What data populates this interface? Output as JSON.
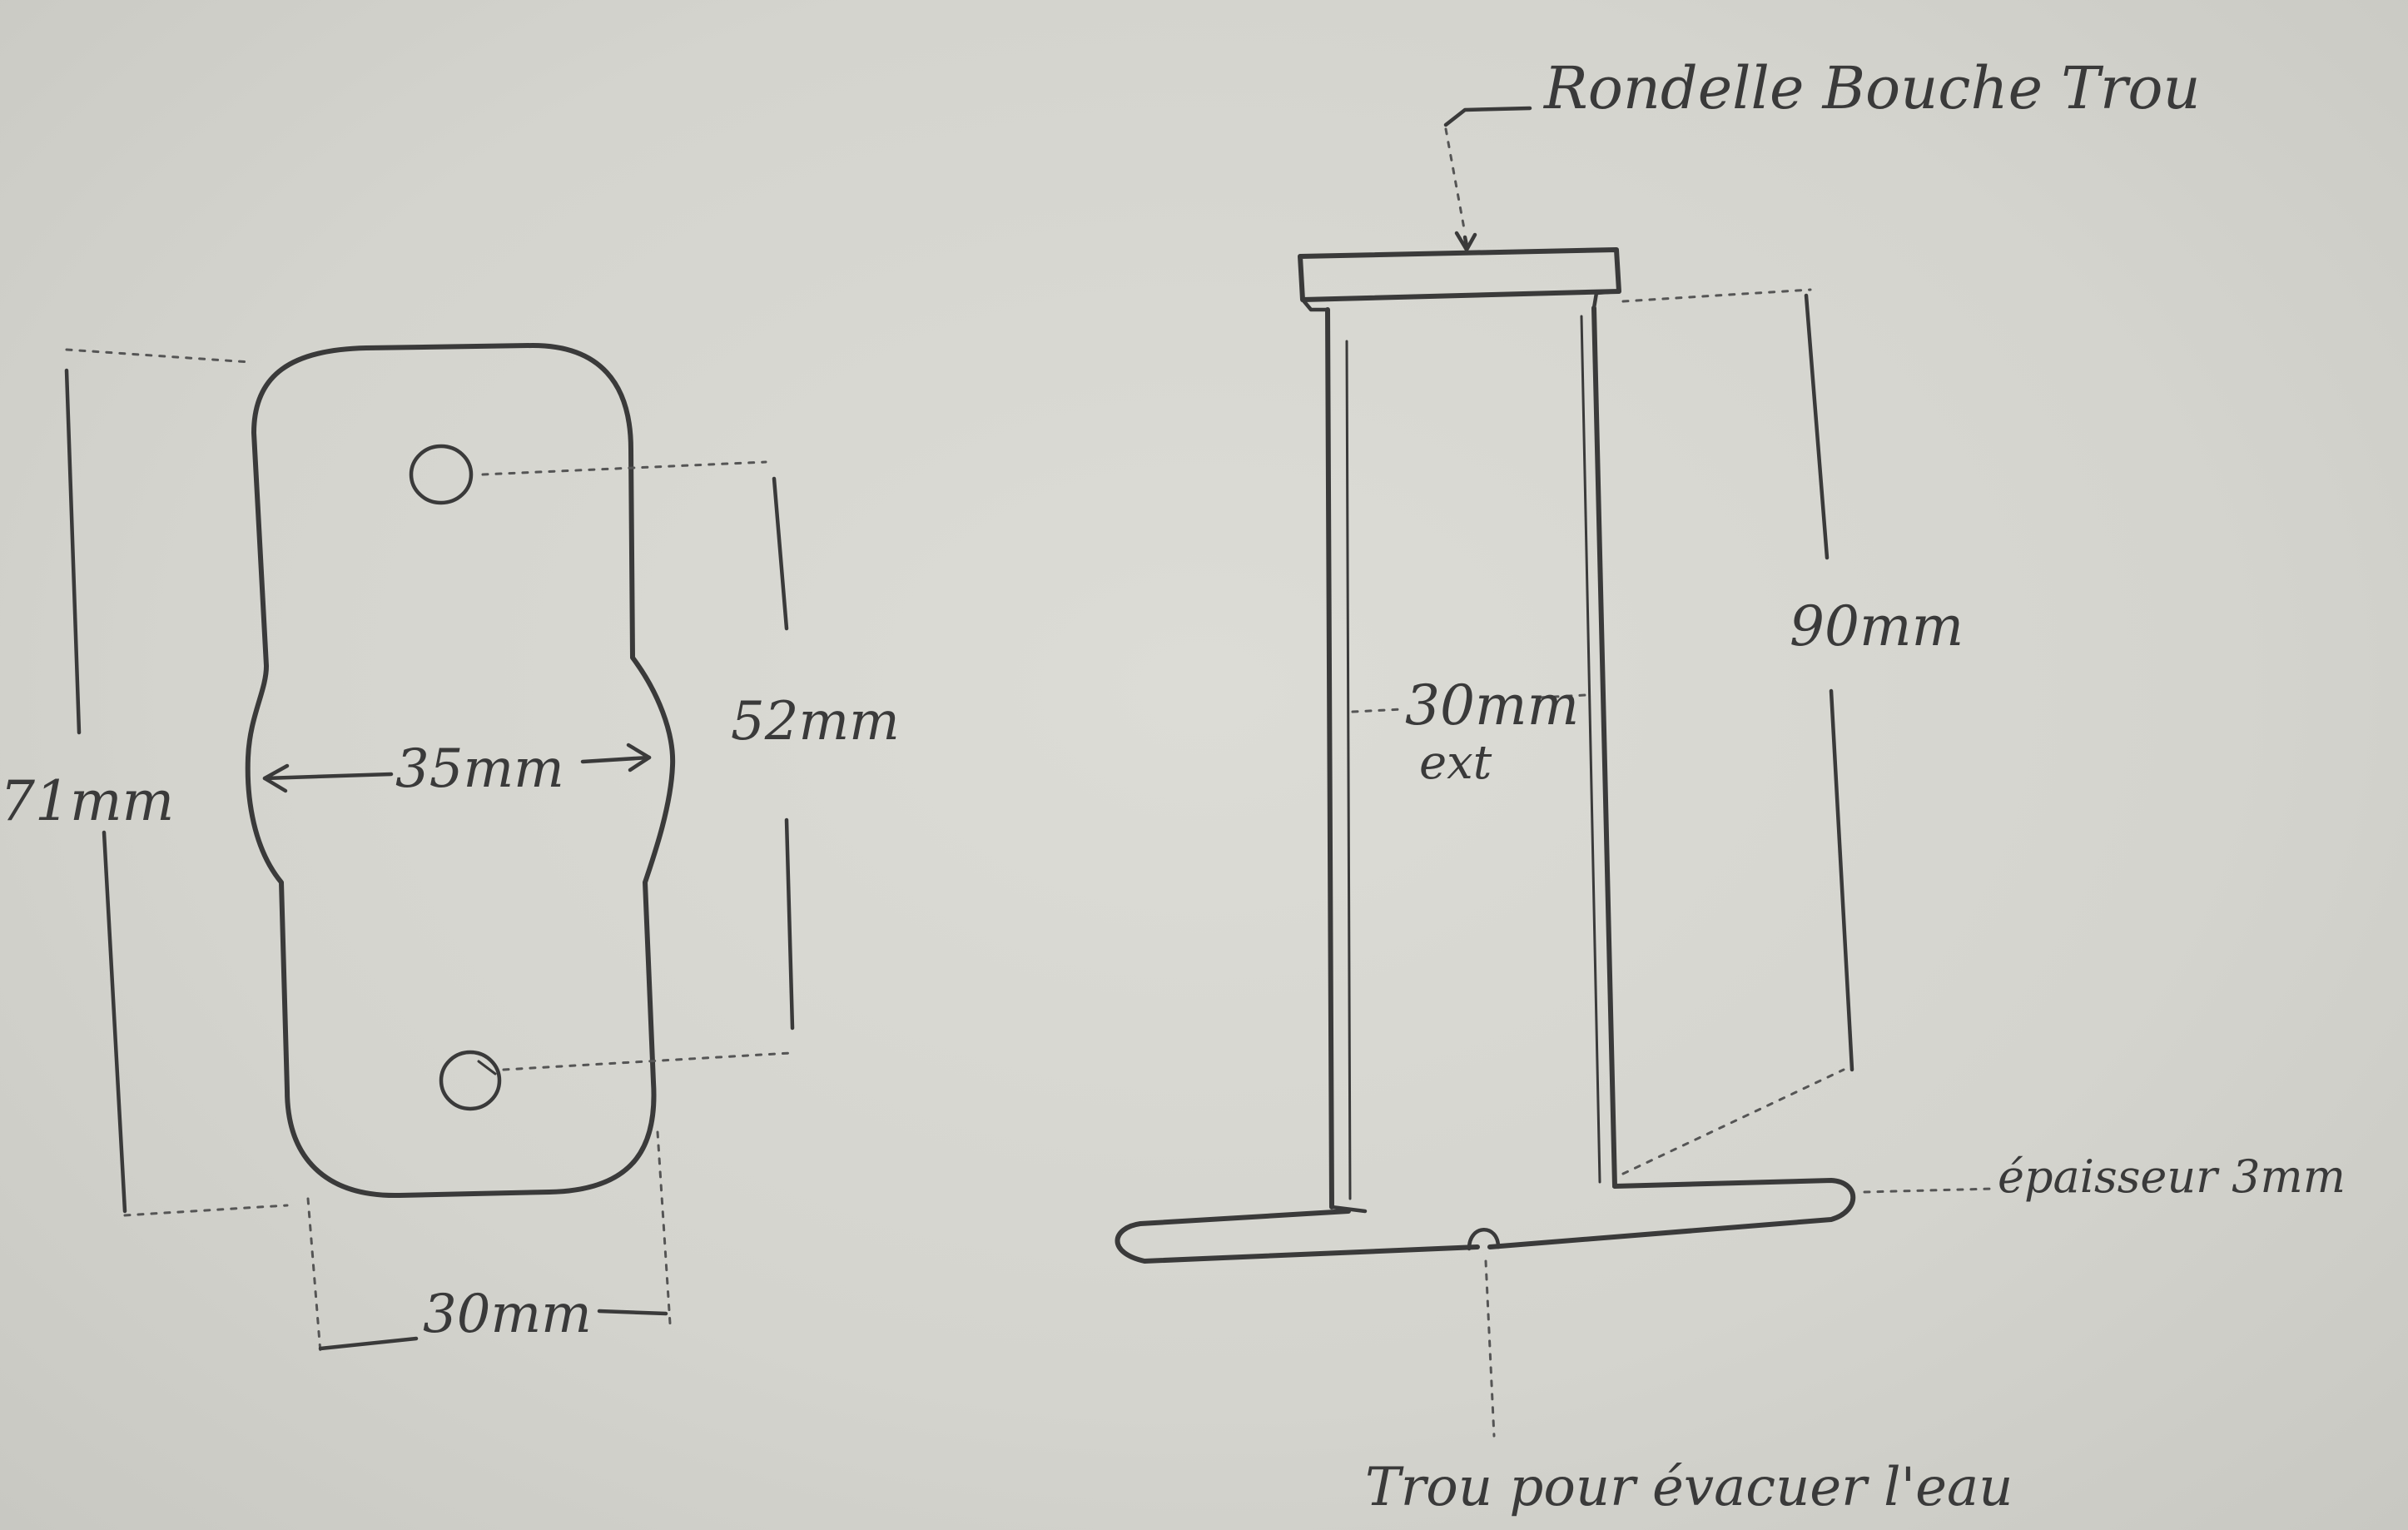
{
  "left_view": {
    "total_height": "71mm",
    "hole_spacing": "52mm",
    "wide_width": "35mm",
    "narrow_width": "30mm"
  },
  "right_view": {
    "washer_label": "Rondelle Bouche Trou",
    "tube_height": "90mm",
    "tube_diameter": "30mm",
    "tube_diameter_note": "ext",
    "base_thickness": "épaisseur 3mm",
    "drain_hole_label": "Trou pour évacuer l'eau"
  }
}
